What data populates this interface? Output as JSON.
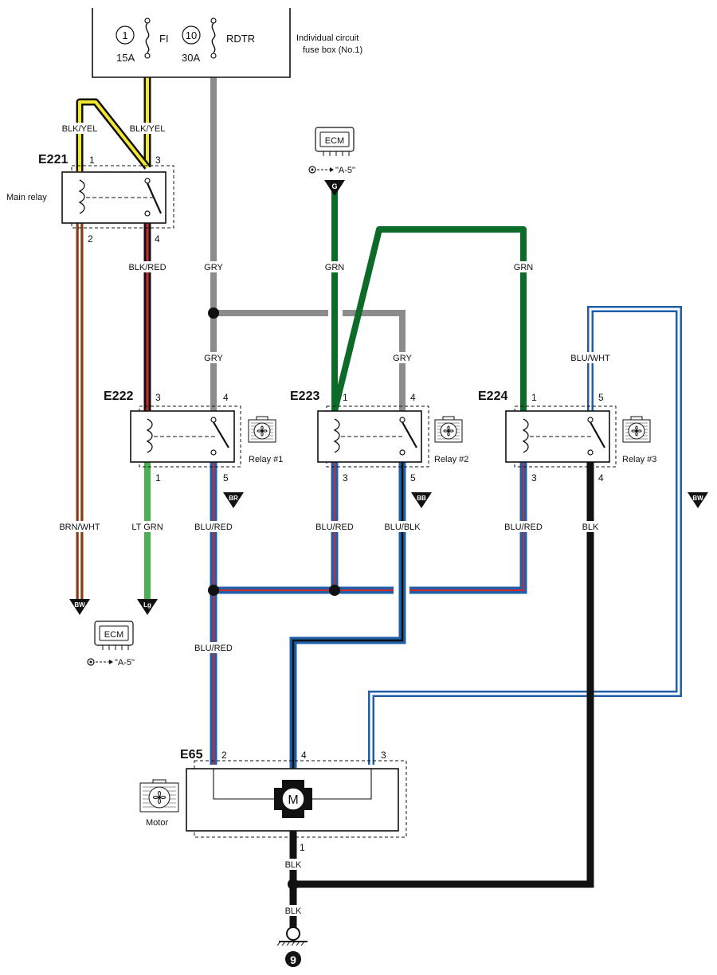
{
  "fusebox": {
    "label_line1": "Individual circuit",
    "label_line2": "fuse box (No.1)",
    "fuse1": {
      "number": "1",
      "name": "FI",
      "rating": "15A"
    },
    "fuse2": {
      "number": "10",
      "name": "RDTR",
      "rating": "30A"
    }
  },
  "main_relay": {
    "connector": "E221",
    "label": "Main relay",
    "pins": {
      "p1": "1",
      "p2": "2",
      "p3": "3",
      "p4": "4"
    }
  },
  "ecm_top": {
    "label": "ECM",
    "ref": "\"A-5\"",
    "marker": "G"
  },
  "ecm_bottom": {
    "label": "ECM",
    "ref": "\"A-5\""
  },
  "relay1": {
    "connector": "E222",
    "label": "Relay #1",
    "pins": {
      "top_left": "3",
      "top_right": "4",
      "bottom_left": "1",
      "bottom_right": "5"
    },
    "marker": "BR"
  },
  "relay2": {
    "connector": "E223",
    "label": "Relay #2",
    "pins": {
      "top_left": "1",
      "top_right": "4",
      "bottom_left": "3",
      "bottom_right": "5"
    },
    "marker": "BB"
  },
  "relay3": {
    "connector": "E224",
    "label": "Relay #3",
    "pins": {
      "top_left": "1",
      "top_right": "5",
      "bottom_left": "3",
      "bottom_right": "4"
    }
  },
  "motor": {
    "connector": "E65",
    "label": "Motor",
    "symbol": "M",
    "pins": {
      "p1": "1",
      "p2": "2",
      "p3": "3",
      "p4": "4"
    }
  },
  "ground": {
    "number": "9"
  },
  "markers": {
    "bw": "BW",
    "lg": "Lg"
  },
  "wires": {
    "blk_yel_left": "BLK/YEL",
    "blk_yel_right": "BLK/YEL",
    "blk_red": "BLK/RED",
    "gry_upper": "GRY",
    "gry_mid": "GRY",
    "gry_right": "GRY",
    "grn_left": "GRN",
    "grn_right": "GRN",
    "blu_wht": "BLU/WHT",
    "brn_wht": "BRN/WHT",
    "lt_grn": "LT GRN",
    "blu_red_1": "BLU/RED",
    "blu_red_2": "BLU/RED",
    "blu_blk": "BLU/BLK",
    "blu_red_3": "BLU/RED",
    "blk_relay3": "BLK",
    "blu_red_lower": "BLU/RED",
    "blk_motor": "BLK",
    "blk_ground": "BLK"
  },
  "colors": {
    "blk": "#111111",
    "yel": "#f2e830",
    "red": "#d6262e",
    "gry": "#8c8c8c",
    "grn": "#0d6b2a",
    "ltgrn": "#4caf50",
    "blu": "#1f5fa8",
    "brn": "#8a3b12"
  }
}
